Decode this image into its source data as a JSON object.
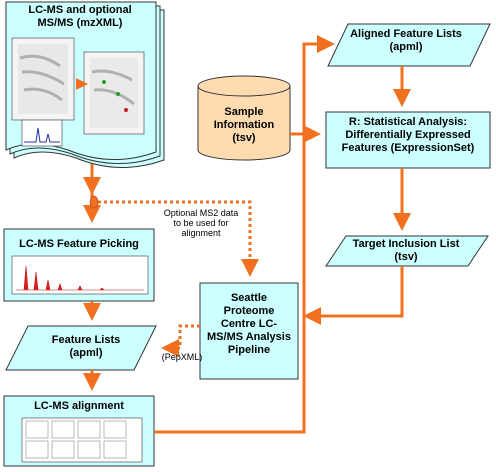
{
  "colors": {
    "box_fill": "#ccffff",
    "cylinder_fill": "#ffdcb0",
    "arrow": "#f07020",
    "border": "#333333"
  },
  "nodes": {
    "lcms_input": "LC-MS and optional MS/MS (mzXML)",
    "aligned_feature_lists": "Aligned Feature Lists (apml)",
    "sample_information": "Sample Information (tsv)",
    "statistical_analysis": "R: Statistical Analysis: Differentially Expressed Features (ExpressionSet)",
    "target_inclusion_list": "Target Inclusion List (tsv)",
    "feature_picking": "LC-MS Feature Picking",
    "spc_pipeline": "Seattle Proteome Centre LC-MS/MS Analysis Pipeline",
    "feature_lists": "Feature Lists (apml)",
    "alignment": "LC-MS alignment"
  },
  "notes": {
    "optional_ms2": "Optional MS2 data to be used for alignment",
    "pepxml": "(PepXML)"
  },
  "icons": [
    "stacked-documents-icon",
    "database-cylinder-icon",
    "spectrum-thumbnail-icon",
    "chromatogram-thumbnail-icon",
    "alignment-grid-thumbnail-icon"
  ]
}
